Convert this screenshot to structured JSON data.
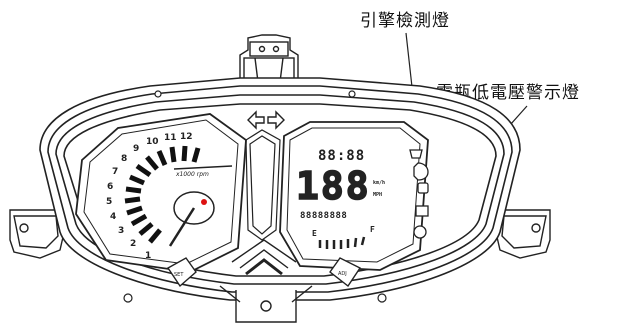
{
  "callouts": {
    "engine_check_light": "引擎檢測燈",
    "low_battery_light": "電瓶低電壓警示燈"
  },
  "tachometer": {
    "unit_label": "x1000 rpm",
    "scale": [
      "1",
      "2",
      "3",
      "4",
      "5",
      "6",
      "7",
      "8",
      "9",
      "10",
      "11",
      "12"
    ]
  },
  "lcd": {
    "clock": "88:88",
    "speed": "188",
    "speed_unit_top": "km/h",
    "speed_unit_bottom": "MPH",
    "odo_label": "88888888",
    "fuel_e": "E",
    "fuel_f": "F"
  },
  "buttons": {
    "left": "SET",
    "right": "ADJ"
  }
}
